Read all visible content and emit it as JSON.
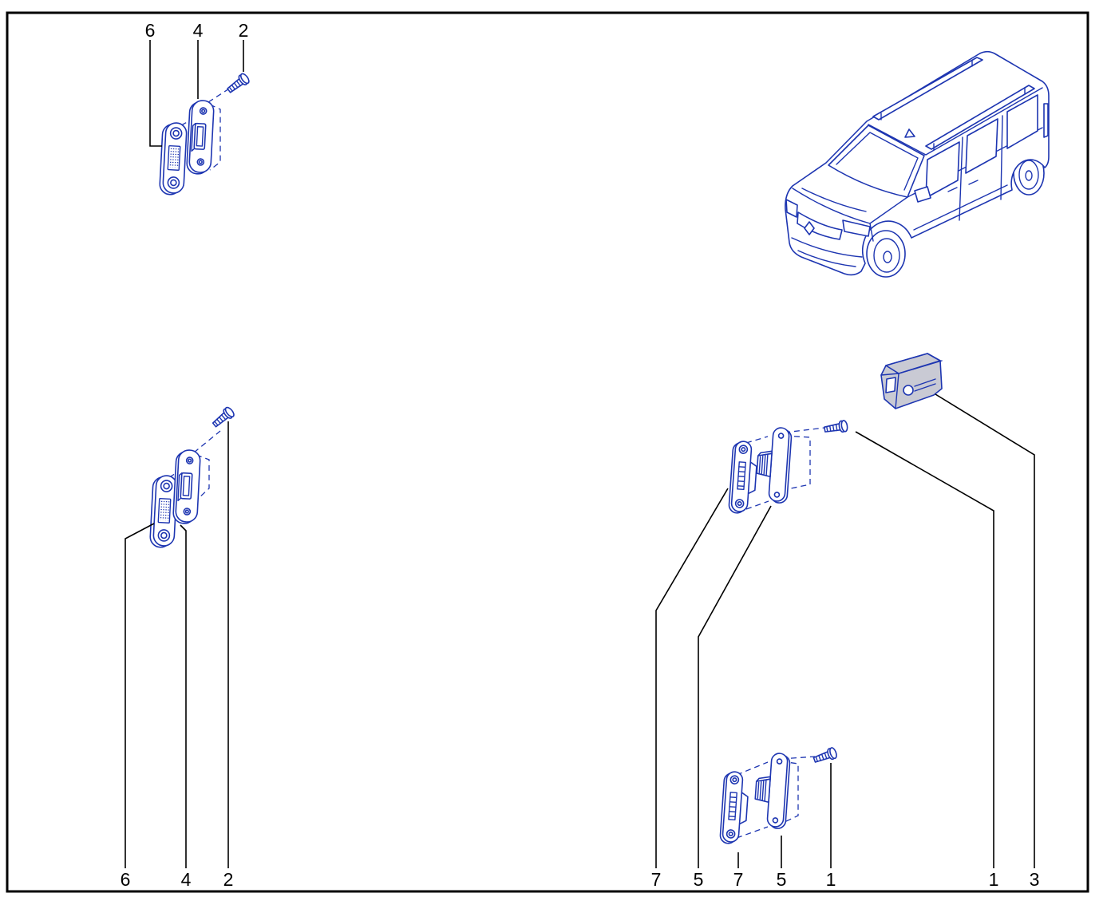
{
  "colors": {
    "part": "#1d35b1",
    "leader": "#000000",
    "frame": "#000000",
    "cover": "#c9cad4"
  },
  "callouts": {
    "top_left": [
      "6",
      "4",
      "2"
    ],
    "bottom_left": [
      "6",
      "4",
      "2"
    ],
    "bottom_right": [
      "7",
      "5",
      "7",
      "5",
      "1",
      "1",
      "3"
    ]
  }
}
